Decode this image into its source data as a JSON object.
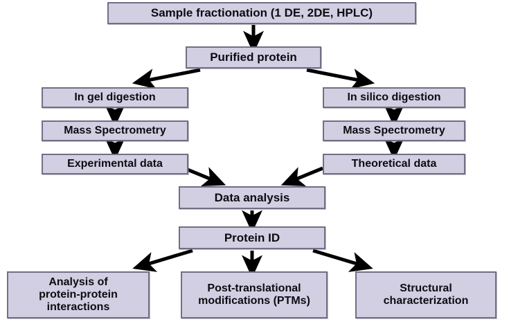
{
  "diagram": {
    "title": "Proteomics workflow flowchart",
    "colors": {
      "node_fill": "#d2cfe2",
      "node_border": "#6f6f85",
      "arrow": "#000000",
      "background": "#ffffff",
      "text": "#0c0c12"
    },
    "nodes": [
      {
        "id": "sample_fractionation",
        "label": "Sample fractionation (1 DE, 2DE, HPLC)"
      },
      {
        "id": "purified_protein",
        "label": "Purified protein"
      },
      {
        "id": "in_gel_digestion",
        "label": "In gel digestion"
      },
      {
        "id": "mass_spectrometry_left",
        "label": "Mass Spectrometry"
      },
      {
        "id": "experimental_data",
        "label": "Experimental data"
      },
      {
        "id": "in_silico_digestion",
        "label": "In silico digestion"
      },
      {
        "id": "mass_spectrometry_right",
        "label": "Mass Spectrometry"
      },
      {
        "id": "theoretical_data",
        "label": "Theoretical data"
      },
      {
        "id": "data_analysis",
        "label": "Data analysis"
      },
      {
        "id": "protein_id",
        "label": "Protein ID"
      },
      {
        "id": "protein_protein_interactions",
        "label": "Analysis of\nprotein-protein\ninteractions"
      },
      {
        "id": "post_translational_modifications",
        "label": "Post-translational\nmodifications (PTMs)"
      },
      {
        "id": "structural_characterization",
        "label": "Structural\ncharacterization"
      }
    ],
    "edges": [
      {
        "from": "sample_fractionation",
        "to": "purified_protein",
        "kind": "down-arrow"
      },
      {
        "from": "purified_protein",
        "to": "in_gel_digestion",
        "kind": "diagonal-left-arrow"
      },
      {
        "from": "purified_protein",
        "to": "in_silico_digestion",
        "kind": "diagonal-right-arrow"
      },
      {
        "from": "in_gel_digestion",
        "to": "mass_spectrometry_left",
        "kind": "down-arrow"
      },
      {
        "from": "mass_spectrometry_left",
        "to": "experimental_data",
        "kind": "down-arrow"
      },
      {
        "from": "in_silico_digestion",
        "to": "mass_spectrometry_right",
        "kind": "down-arrow"
      },
      {
        "from": "mass_spectrometry_right",
        "to": "theoretical_data",
        "kind": "down-arrow"
      },
      {
        "from": "experimental_data",
        "to": "data_analysis",
        "kind": "diagonal-right-arrow"
      },
      {
        "from": "theoretical_data",
        "to": "data_analysis",
        "kind": "diagonal-left-arrow"
      },
      {
        "from": "data_analysis",
        "to": "protein_id",
        "kind": "down-arrow"
      },
      {
        "from": "protein_id",
        "to": "protein_protein_interactions",
        "kind": "diagonal-left-arrow"
      },
      {
        "from": "protein_id",
        "to": "post_translational_modifications",
        "kind": "down-arrow"
      },
      {
        "from": "protein_id",
        "to": "structural_characterization",
        "kind": "diagonal-right-arrow"
      }
    ]
  }
}
